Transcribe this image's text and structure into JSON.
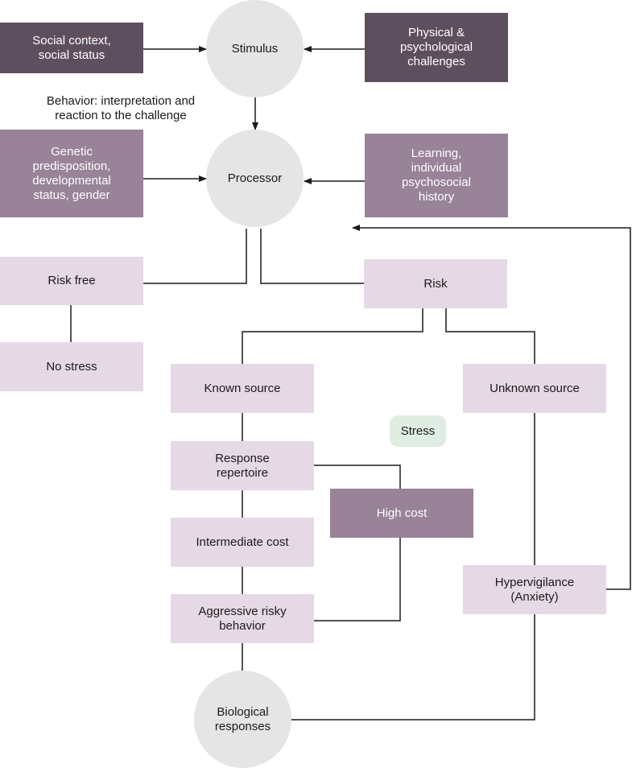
{
  "nodes": {
    "stimulus": "Stimulus",
    "social_context": "Social context,\nsocial status",
    "physical_challenges": "Physical &\npsychological\nchallenges",
    "behavior_note": "Behavior: interpretation and\nreaction to the challenge",
    "processor": "Processor",
    "genetic": "Genetic\npredisposition,\ndevelopmental\nstatus, gender",
    "learning": "Learning,\nindividual\npsychosocial\nhistory",
    "risk_free": "Risk free",
    "risk": "Risk",
    "no_stress": "No stress",
    "known_source": "Known source",
    "unknown_source": "Unknown source",
    "stress": "Stress",
    "response_repertoire": "Response\nrepertoire",
    "high_cost": "High cost",
    "intermediate_cost": "Intermediate cost",
    "aggressive_behavior": "Aggressive risky\nbehavior",
    "hypervigilance": "Hypervigilance\n(Anxiety)",
    "biological_responses": "Biological\nresponses"
  },
  "colors": {
    "dark_box": "#5e4f5e",
    "mid_box": "#988398",
    "light_box": "#e6d9e6",
    "circle": "#e5e5e5",
    "stress_pill": "#e0ede3",
    "line": "#1a1a1a"
  }
}
